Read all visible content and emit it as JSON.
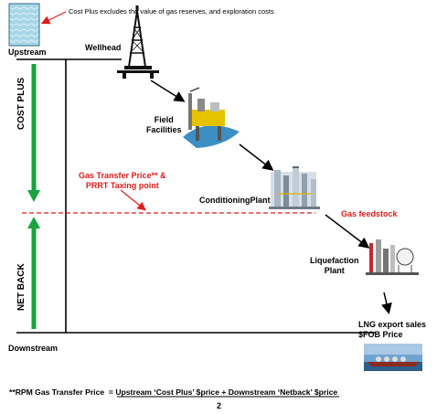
{
  "stages": {
    "upstream": "Upstream",
    "downstream": "Downstream",
    "wellhead": "Wellhead",
    "field_facilities": "Field\nFacilities",
    "conditioning_plant": "ConditioningPlant",
    "liquefaction_plant": "Liquefaction\nPlant",
    "lng_export": "LNG export sales\n$FOB Price"
  },
  "annotations": {
    "cost_plus_note": "Cost Plus  excludes the value of gas reserves, and exploration costs",
    "gas_transfer_price": "Gas Transfer Price** &\nPRRT Taxing point",
    "gas_feedstock": "Gas feedstock"
  },
  "axis": {
    "cost_plus": "COST PLUS",
    "net_back": "NET BACK"
  },
  "footnote": {
    "prefix": "**RPM Gas Transfer Price  = ",
    "formula": "Upstream  ‘Cost Plus’ $price + Downstream  ‘Netback’ $price"
  },
  "page_number": "2",
  "colors": {
    "green_arrow": "#1aa33c",
    "red_text": "#e31b1b",
    "dashed_line": "#e31b1b",
    "water_thumb": "#9ccfe0"
  },
  "icons": [
    "oil-derrick-icon",
    "offshore-platform-icon",
    "refinery-icon",
    "liquefaction-plant-icon",
    "lng-tanker-icon",
    "water-thumbnail-icon"
  ]
}
